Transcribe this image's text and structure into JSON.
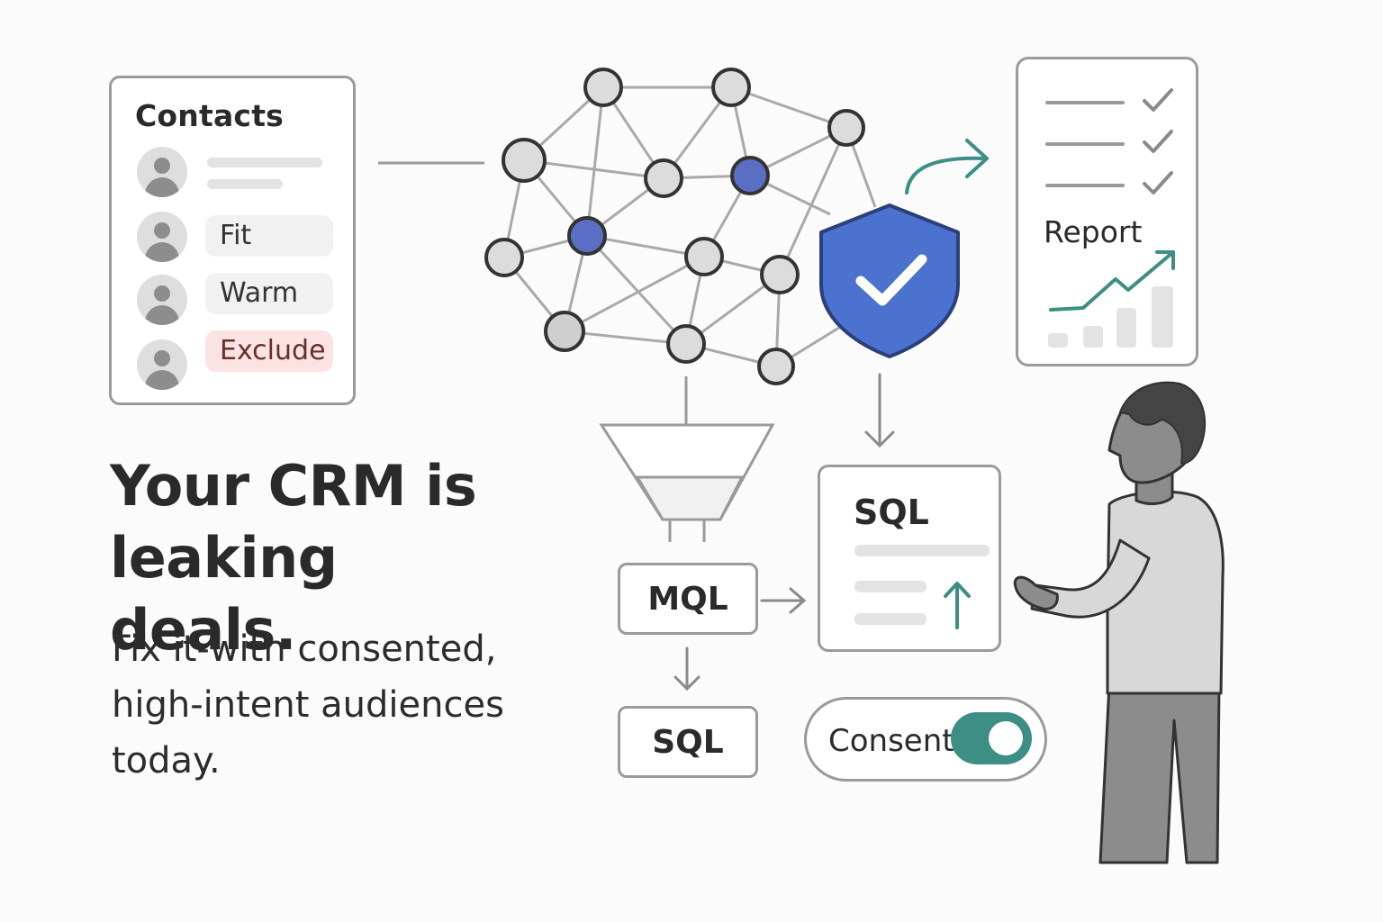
{
  "contacts": {
    "title": "Contacts",
    "tags": [
      {
        "label": "Fit",
        "style": "neutral"
      },
      {
        "label": "Warm",
        "style": "neutral"
      },
      {
        "label": "Exclude",
        "style": "danger"
      }
    ]
  },
  "headline": {
    "line1": "Your CRM is",
    "line2": "leaking deals."
  },
  "subhead": {
    "line1": "Fix it-with consented,",
    "line2": "high-intent audiences",
    "line3": "today."
  },
  "flow": {
    "mql_label": "MQL",
    "sql_label": "SQL",
    "sql_card_title": "SQL"
  },
  "consent": {
    "label": "Consent",
    "state": "on"
  },
  "report": {
    "label": "Report"
  },
  "icons": [
    "person-icon",
    "shield-check-icon",
    "check-icon",
    "trend-arrow-icon",
    "arrow-up-icon",
    "curved-arrow-icon",
    "funnel-icon",
    "network-graph"
  ],
  "colors": {
    "node_accent": "#5a6fc4",
    "shield": "#4b72cf",
    "teal": "#3d8f85",
    "exclude_bg": "#fbe3e3"
  }
}
